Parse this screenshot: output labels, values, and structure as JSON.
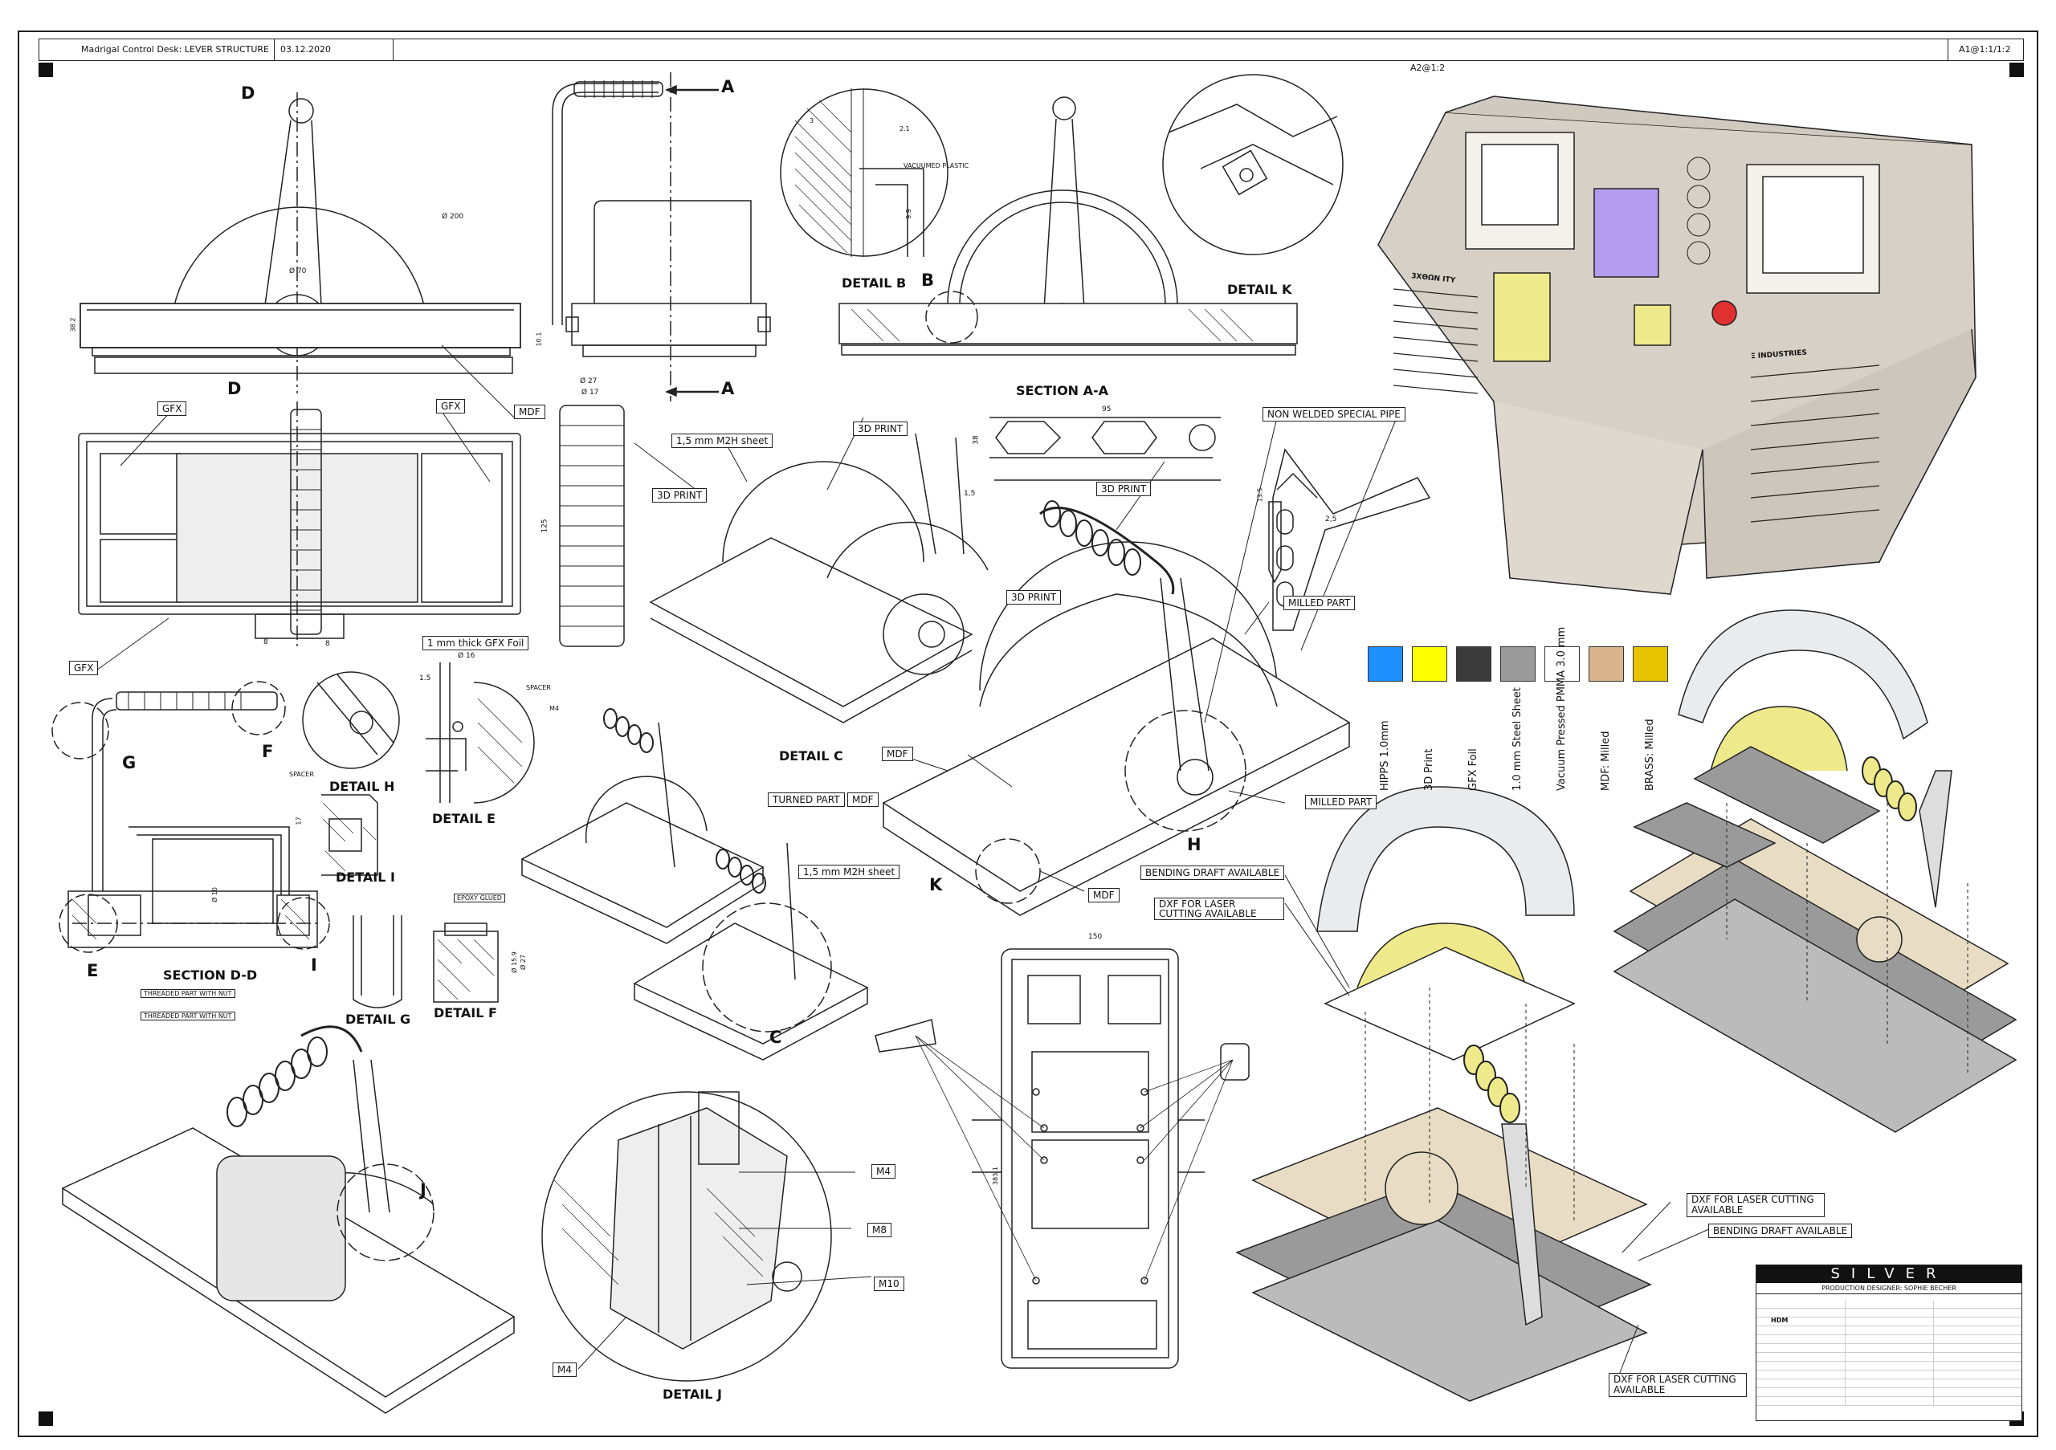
{
  "title_bar": {
    "title": "Madrigal Control Desk: LEVER STRUCTURE",
    "date": "03.12.2020",
    "scale": "A1@1:1/1:2"
  },
  "scale_note": "A2@1:2",
  "section_markers": {
    "d_top": "D",
    "d_bottom": "D",
    "a_top": "A",
    "a_bottom": "A",
    "b": "B",
    "g": "G",
    "f": "F",
    "e": "E",
    "i": "I",
    "h": "H",
    "k": "K",
    "c": "C",
    "j": "J"
  },
  "captions": {
    "detail_b": "DETAIL B",
    "section_aa": "SECTION A-A",
    "detail_k": "DETAIL K",
    "detail_c": "DETAIL C",
    "detail_h": "DETAIL H",
    "detail_e": "DETAIL E",
    "detail_i": "DETAIL I",
    "section_dd": "SECTION D-D",
    "detail_g": "DETAIL G",
    "detail_f": "DETAIL F",
    "detail_j": "DETAIL J"
  },
  "callouts": {
    "gfx_1": "GFX",
    "gfx_2": "GFX",
    "gfx_3": "GFX",
    "mdf_1": "MDF",
    "mdf_2": "MDF",
    "mdf_3": "MDF",
    "mdf_4": "MDF",
    "m2h_sheet_1": "1,5 mm M2H sheet",
    "print_3d_1": "3D PRINT",
    "print_3d_2": "3D PRINT",
    "print_3d_3": "3D PRINT",
    "print_3d_4": "3D PRINT",
    "non_welded_pipe": "NON WELDED SPECIAL PIPE",
    "milled_part_1": "MILLED PART",
    "milled_part_2": "MILLED PART",
    "gfx_foil": "1 mm thick GFX Foil",
    "spacer_1": "SPACER",
    "spacer_2": "SPACER",
    "m4_small": "M4",
    "turned_part": "TURNED PART",
    "m2h_sheet_2": "1,5 mm M2H sheet",
    "bending_draft_1": "BENDING DRAFT AVAILABLE",
    "dxf_laser_1": "DXF FOR LASER CUTTING AVAILABLE",
    "dxf_laser_2": "DXF FOR LASER CUTTING AVAILABLE",
    "bending_draft_2": "BENDING DRAFT AVAILABLE",
    "dxf_laser_3": "DXF FOR LASER CUTTING AVAILABLE",
    "threaded_1": "THREADED PART WITH NUT",
    "threaded_2": "THREADED PART WITH NUT",
    "epoxy": "EPOXY GLUED",
    "vacuumed_plastic": "VACUUMED PLASTIC",
    "m4_j1": "M4",
    "m8": "M8",
    "m10": "M10",
    "m4_j2": "M4"
  },
  "dimensions": {
    "d200": "Ø 200",
    "d70": "Ø 70",
    "h38": "38.2",
    "h10": "10.1",
    "d27": "Ø 27",
    "d17": "Ø 17",
    "len125": "125",
    "w8a": "8",
    "w8b": "8",
    "w95": "95",
    "h38b": "38",
    "w15": "1,5",
    "h135": "13.5",
    "w25": "2,5",
    "d10": "Ø 10",
    "d16": "Ø 16",
    "w15b": "1.5",
    "d159": "Ø 15.9",
    "d27b": "Ø 27",
    "w150": "150",
    "h3831": "383.1",
    "d3": "3",
    "d21": "2.1",
    "d99": "9.9",
    "h17": "17"
  },
  "legend": [
    {
      "label": "HIPPS 1.0mm",
      "color": "#1e90ff"
    },
    {
      "label": "3D Print",
      "color": "#ffff00"
    },
    {
      "label": "GFX Foil",
      "color": "#3a3a3a"
    },
    {
      "label": "1.0 mm Steel Sheet",
      "color": "#9a9a9a"
    },
    {
      "label": "Vacuum Pressed PMMA 3.0 mm",
      "color": "#ffffff"
    },
    {
      "label": "MDF: Milled",
      "color": "#d9b48c"
    },
    {
      "label": "BRASS: Milled",
      "color": "#e8c400"
    }
  ],
  "console": {
    "brand_left": "3ΧΘΩΝ ΙΤΥ",
    "brand_right": "Ξ INDUSTRIES"
  },
  "title_block": {
    "logo": "SILVER",
    "credit": "PRODUCTION DESIGNER: SOPHIE BECHER",
    "drawn_by": "HDM"
  },
  "colors": {
    "line": "#222222",
    "part": "#dcdcdc",
    "print": "#eee98a",
    "mdf": "#e8dcc4",
    "steel": "#9a9a9a",
    "console": "#d6d0c6",
    "purple": "#b49cf0"
  }
}
